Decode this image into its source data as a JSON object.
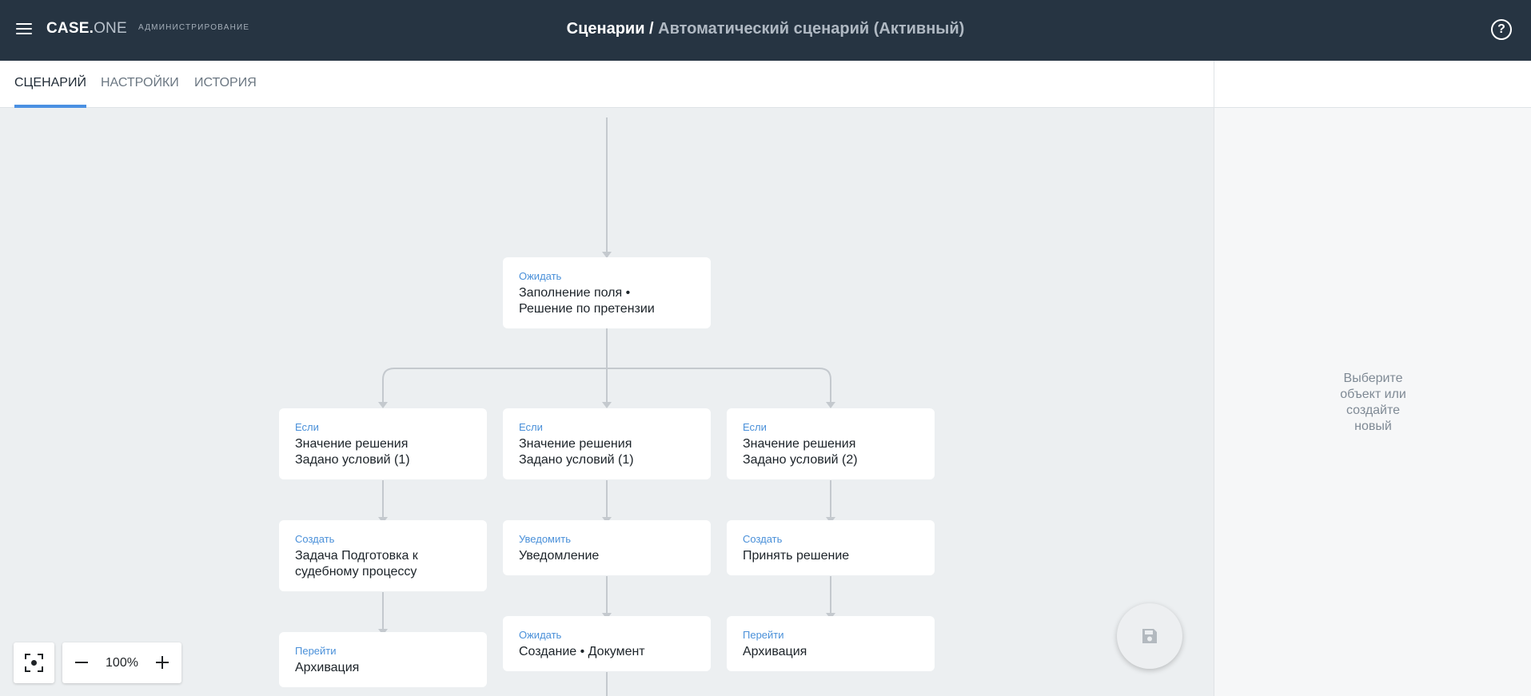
{
  "header": {
    "logo_bold": "CASE.",
    "logo_light": "ONE",
    "section_label": "АДМИНИСТРИРОВАНИЕ",
    "title_main": "Сценарии",
    "title_separator": " / ",
    "title_sub": "Автоматический сценарий (Активный)",
    "menu_icon": "hamburger-menu-icon",
    "help_icon": "help-circle-icon",
    "help_glyph": "?"
  },
  "tabs": [
    {
      "label": "СЦЕНАРИЙ",
      "active": true
    },
    {
      "label": "НАСТРОЙКИ",
      "active": false
    },
    {
      "label": "ИСТОРИЯ",
      "active": false
    }
  ],
  "right_panel": {
    "hint": "Выберите\nобъект или\nсоздайте\nновый"
  },
  "flow": {
    "wait_node": {
      "type": "Ожидать",
      "text": "Заполнение поля •\nРешение по претензии"
    },
    "branches": [
      [
        {
          "type": "Если",
          "text": "Значение решения\nЗадано условий (1)"
        },
        {
          "type": "Создать",
          "text": "Задача Подготовка к\nсудебному процессу"
        },
        {
          "type": "Перейти",
          "text": "Архивация"
        }
      ],
      [
        {
          "type": "Если",
          "text": "Значение решения\nЗадано условий (1)"
        },
        {
          "type": "Уведомить",
          "text": "Уведомление"
        },
        {
          "type": "Ожидать",
          "text": "Создание • Документ"
        }
      ],
      [
        {
          "type": "Если",
          "text": "Значение решения\nЗадано условий (2)"
        },
        {
          "type": "Создать",
          "text": "Принять решение"
        },
        {
          "type": "Перейти",
          "text": "Архивация"
        }
      ]
    ]
  },
  "zoom": {
    "level": "100%",
    "fit_icon": "fit-to-screen-icon",
    "minus_icon": "minus-icon",
    "plus_icon": "plus-icon"
  },
  "save_icon": "save-disk-icon",
  "colors": {
    "topbar": "#263442",
    "accent": "#4a90e2",
    "canvas": "#eceff1",
    "node_type": "#4a90d9",
    "connector": "#c4c9ce"
  }
}
